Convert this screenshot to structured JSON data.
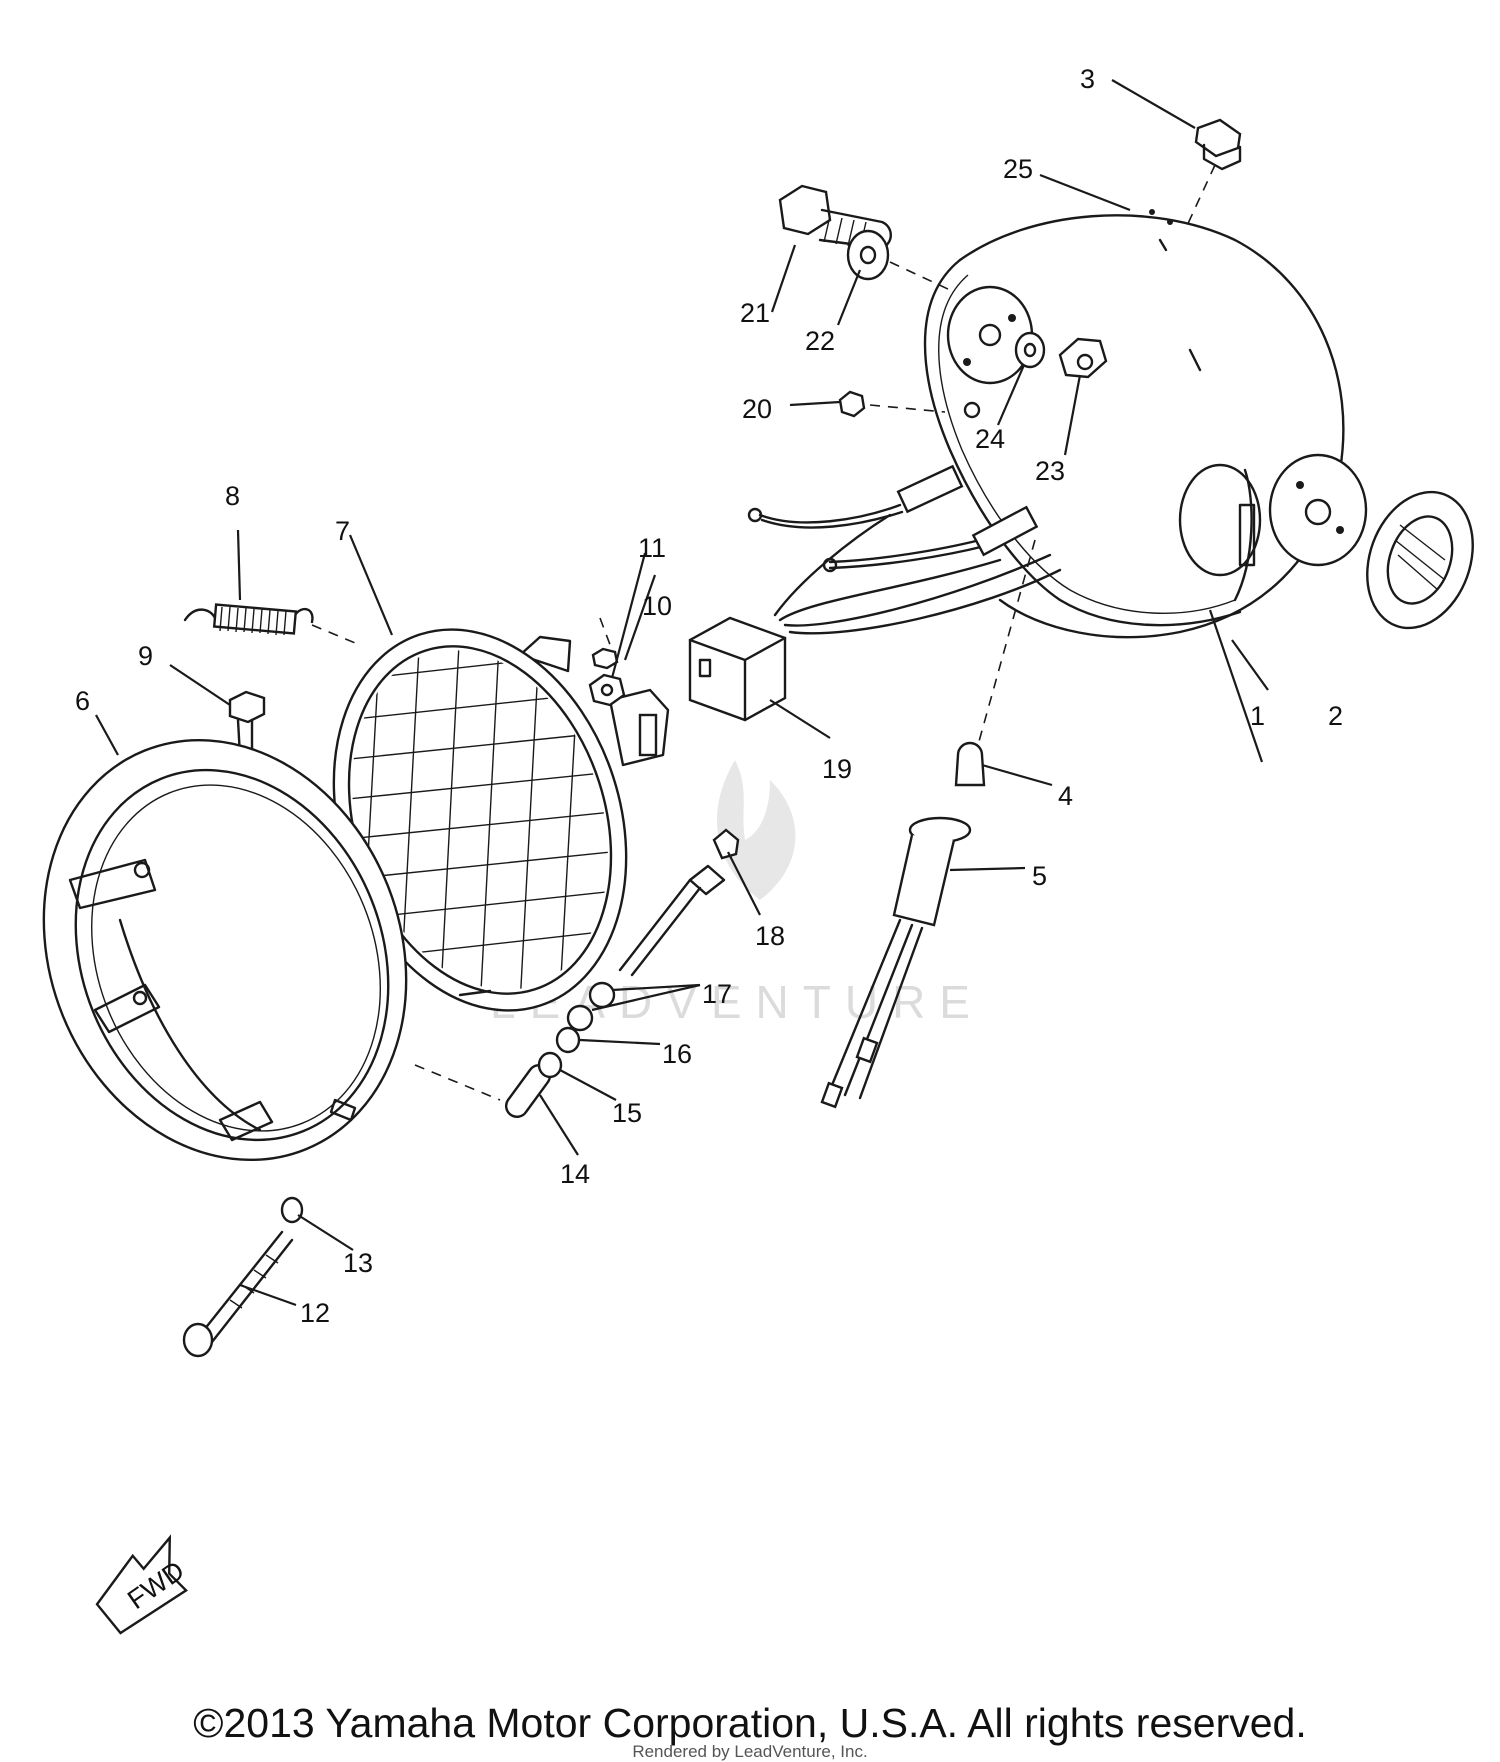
{
  "callouts": [
    {
      "id": "1",
      "label": "1"
    },
    {
      "id": "2",
      "label": "2"
    },
    {
      "id": "3",
      "label": "3"
    },
    {
      "id": "4",
      "label": "4"
    },
    {
      "id": "5",
      "label": "5"
    },
    {
      "id": "6",
      "label": "6"
    },
    {
      "id": "7",
      "label": "7"
    },
    {
      "id": "8",
      "label": "8"
    },
    {
      "id": "9",
      "label": "9"
    },
    {
      "id": "10",
      "label": "10"
    },
    {
      "id": "11",
      "label": "11"
    },
    {
      "id": "12",
      "label": "12"
    },
    {
      "id": "13",
      "label": "13"
    },
    {
      "id": "14",
      "label": "14"
    },
    {
      "id": "15",
      "label": "15"
    },
    {
      "id": "16",
      "label": "16"
    },
    {
      "id": "17",
      "label": "17"
    },
    {
      "id": "18",
      "label": "18"
    },
    {
      "id": "19",
      "label": "19"
    },
    {
      "id": "20",
      "label": "20"
    },
    {
      "id": "21",
      "label": "21"
    },
    {
      "id": "22",
      "label": "22"
    },
    {
      "id": "23",
      "label": "23"
    },
    {
      "id": "24",
      "label": "24"
    },
    {
      "id": "25",
      "label": "25"
    }
  ],
  "fwd_label": "FWD",
  "watermark": "LEADVENTURE",
  "copyright": "©2013 Yamaha Motor Corporation, U.S.A. All rights reserved.",
  "rendered_by": "Rendered by LeadVenture, Inc."
}
